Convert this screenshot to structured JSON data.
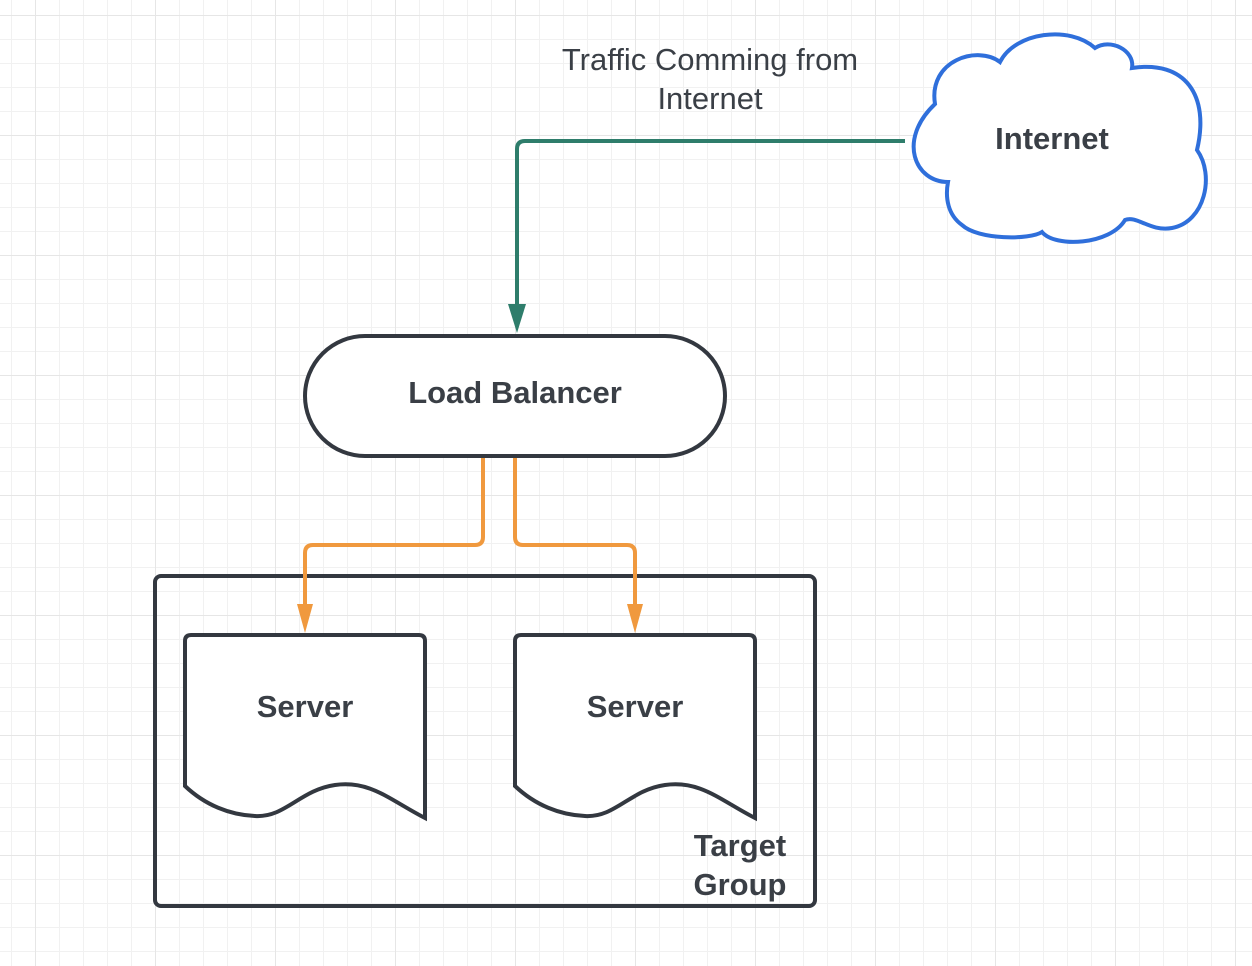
{
  "diagram": {
    "nodes": {
      "internet": {
        "label": "Internet",
        "shape": "cloud"
      },
      "load_balancer": {
        "label": "Load Balancer",
        "shape": "terminator"
      },
      "server_left": {
        "label": "Server",
        "shape": "document"
      },
      "server_right": {
        "label": "Server",
        "shape": "document"
      },
      "target_group": {
        "label_line1": "Target",
        "label_line2": "Group",
        "shape": "container"
      }
    },
    "edges": {
      "internet_to_lb": {
        "label_line1": "Traffic Comming from",
        "label_line2": "Internet",
        "from": "Internet",
        "to": "Load Balancer"
      },
      "lb_to_server_left": {
        "from": "Load Balancer",
        "to": "Server"
      },
      "lb_to_server_right": {
        "from": "Load Balancer",
        "to": "Server"
      }
    },
    "colors": {
      "cloud_stroke": "#2f6fdb",
      "traffic_line": "#2e7d6b",
      "server_lines": "#f0993e",
      "shape_stroke": "#333840",
      "text": "#3a3f46",
      "grid": "#e6e6e6"
    }
  }
}
